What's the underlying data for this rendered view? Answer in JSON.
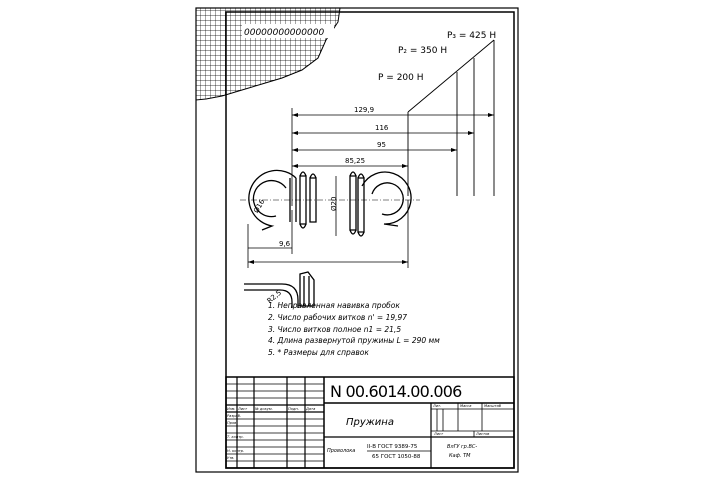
{
  "drawing": {
    "forces": {
      "p3": "P₃ = 425 Н",
      "p2": "P₂ = 350 Н",
      "p1": "P = 200 Н"
    },
    "dimensions": {
      "d1": "129,9",
      "d2": "116",
      "d3": "95",
      "d4": "85,25",
      "d5": "Ø16",
      "d6": "Ø20",
      "d7": "9,6",
      "d8": "R2,5"
    },
    "notes": [
      "1. Неправленная навивка пробок",
      "2. Число рабочих витков n' = 19,97",
      "3. Число витков полное n1 = 21,5",
      "4. Длина развернутой пружины L = 290 мм",
      "5. * Размеры для справок"
    ],
    "stamp_top": "00000000000000"
  },
  "title_block": {
    "doc_number": "N 00.6014.00.006",
    "name": "Пружина",
    "material_line1": "II-В ГОСТ 9389-75",
    "material_line2": "65 ГОСТ 1050-88",
    "material_label": "Проволока",
    "org_line1": "ВлГУ  гр.ВС-",
    "org_line2": "Каф. ТМ",
    "col_labels": [
      "Изм.",
      "Лист",
      "№ докум.",
      "Подп.",
      "Дата"
    ],
    "row_labels": [
      "Разраб.",
      "Пров.",
      "Т. контр.",
      "Н. контр.",
      "Утв."
    ],
    "small_labels": [
      "Лит.",
      "Масса",
      "Масштаб",
      "Лист",
      "Листов"
    ]
  }
}
